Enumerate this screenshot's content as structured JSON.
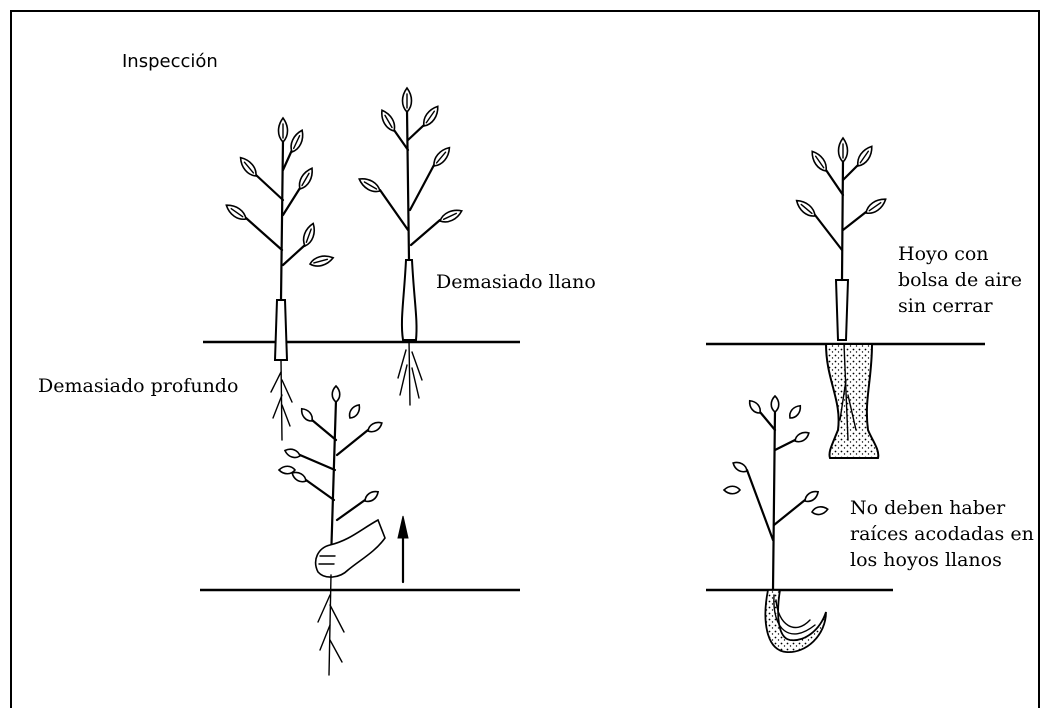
{
  "title": "Inspección",
  "labels": {
    "too_shallow": "Demasiado llano",
    "too_deep": "Demasiado profundo",
    "air_pocket_line1": "Hoyo con",
    "air_pocket_line2": "bolsa de aire",
    "air_pocket_line3": "sin cerrar",
    "bent_roots_line1": "No deben haber",
    "bent_roots_line2": "raíces acodadas en",
    "bent_roots_line3": "los hoyos llanos"
  }
}
